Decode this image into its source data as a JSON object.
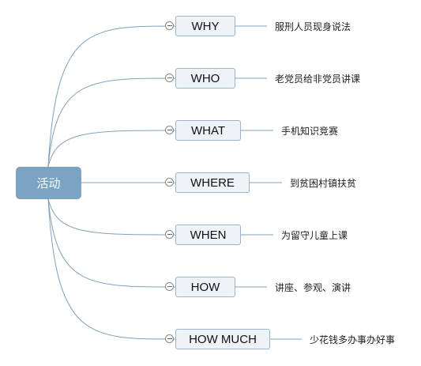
{
  "colors": {
    "root_fill": "#7ba3c2",
    "link": "#7fa0bf",
    "branch_fill": "#eef3f8",
    "branch_border": "#9ab3c8"
  },
  "root": {
    "label": "活动"
  },
  "branches": [
    {
      "label": "WHY",
      "detail": "服刑人员现身说法"
    },
    {
      "label": "WHO",
      "detail": "老党员给非党员讲课"
    },
    {
      "label": "WHAT",
      "detail": "手机知识竞赛"
    },
    {
      "label": "WHERE",
      "detail": "到贫困村镇扶贫"
    },
    {
      "label": "WHEN",
      "detail": "为留守儿童上课"
    },
    {
      "label": "HOW",
      "detail": "讲座、参观、演讲"
    },
    {
      "label": "HOW MUCH",
      "detail": "少花钱多办事办好事"
    }
  ]
}
